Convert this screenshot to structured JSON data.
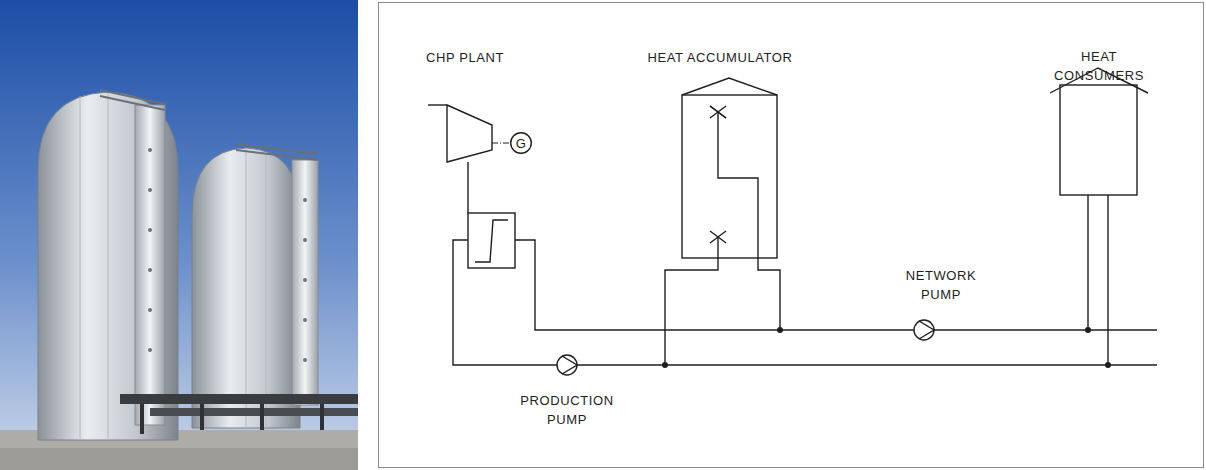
{
  "diagram": {
    "nodes": [
      {
        "text": [
          "G"
        ]
      }
    ],
    "labels": [
      "CHP PLANT",
      "HEAT ACCUMULATOR",
      "HEAT CONSUMERS",
      "NETWORK PUMP",
      "PRODUCTION PUMP"
    ]
  }
}
